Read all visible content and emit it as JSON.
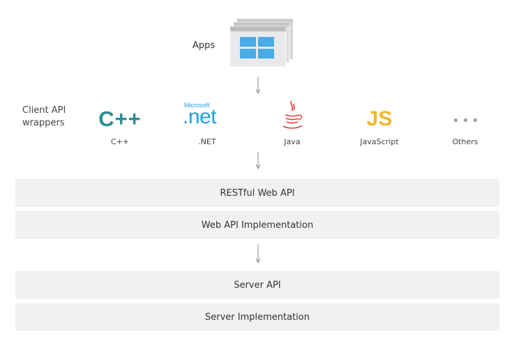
{
  "apps": {
    "label": "Apps"
  },
  "client_api": {
    "label_line1": "Client API",
    "label_line2": "wrappers",
    "wrappers": [
      {
        "name": "C++",
        "icon": "cpp-logo",
        "logo_text": "C++"
      },
      {
        "name": ".NET",
        "icon": "dotnet-logo",
        "logo_small": "Microsoft",
        "logo_text": ".net"
      },
      {
        "name": "Java",
        "icon": "java-logo"
      },
      {
        "name": "JavaScript",
        "icon": "javascript-logo",
        "logo_text": "JS"
      },
      {
        "name": "Others",
        "icon": "ellipsis-icon"
      }
    ]
  },
  "layers": [
    {
      "label": "RESTful Web API"
    },
    {
      "label": "Web API Implementation"
    },
    {
      "label": "Server API"
    },
    {
      "label": "Server Implementation"
    }
  ],
  "colors": {
    "cpp": "#2e8c94",
    "dotnet": "#1fa0dc",
    "java": "#e0403a",
    "javascript": "#f3b52a",
    "band": "#f2f0f3",
    "window_blue": "#4aace6"
  }
}
